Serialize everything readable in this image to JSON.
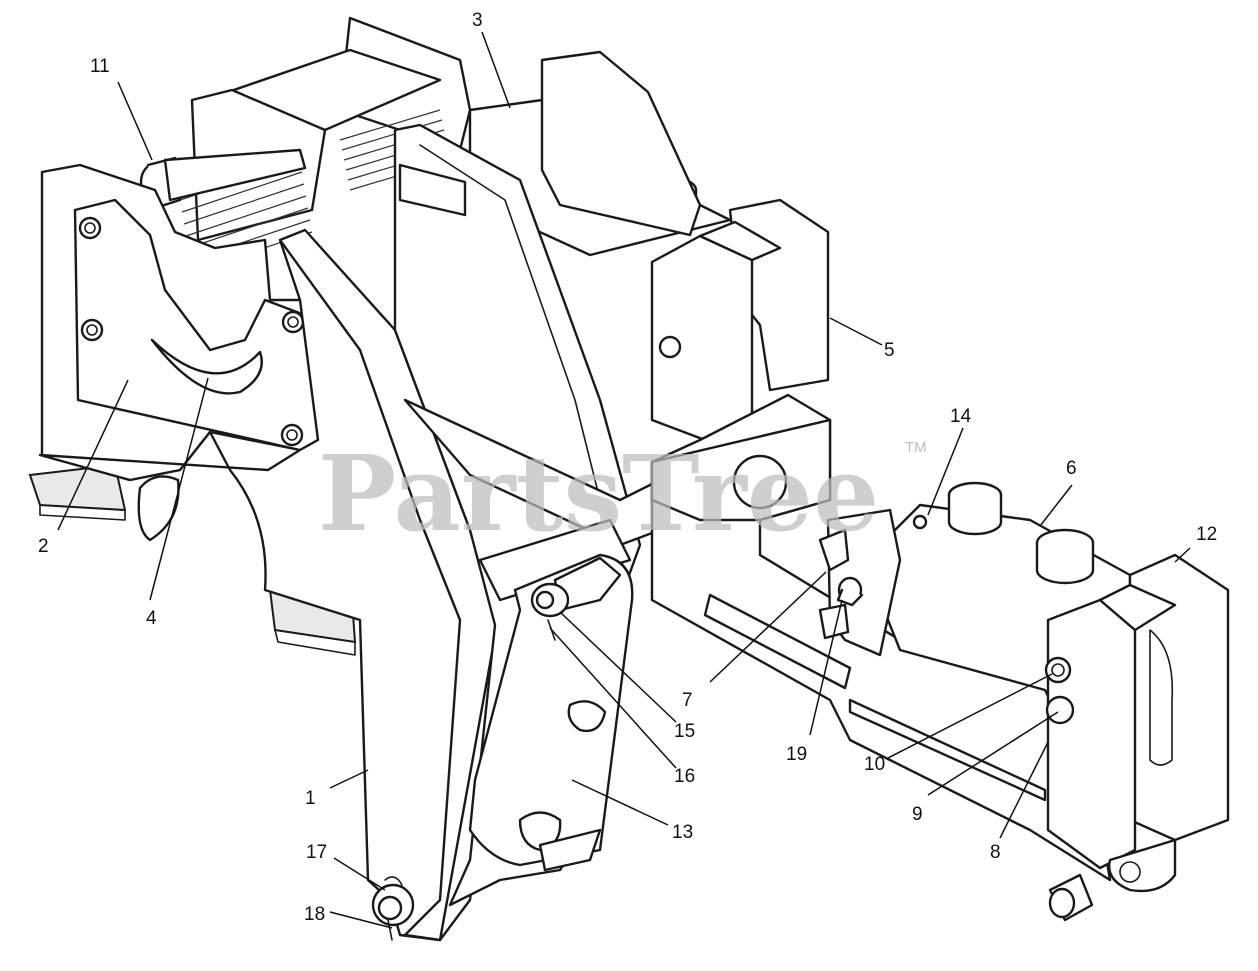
{
  "watermark": {
    "brand": "PartsTree",
    "trademark": "TM"
  },
  "callouts": [
    {
      "id": "c1",
      "label": "1"
    },
    {
      "id": "c2",
      "label": "2"
    },
    {
      "id": "c3",
      "label": "3"
    },
    {
      "id": "c4",
      "label": "4"
    },
    {
      "id": "c5",
      "label": "5"
    },
    {
      "id": "c6",
      "label": "6"
    },
    {
      "id": "c7",
      "label": "7"
    },
    {
      "id": "c8",
      "label": "8"
    },
    {
      "id": "c9",
      "label": "9"
    },
    {
      "id": "c10",
      "label": "10"
    },
    {
      "id": "c11",
      "label": "11"
    },
    {
      "id": "c12",
      "label": "12"
    },
    {
      "id": "c13",
      "label": "13"
    },
    {
      "id": "c14",
      "label": "14"
    },
    {
      "id": "c15",
      "label": "15"
    },
    {
      "id": "c16",
      "label": "16"
    },
    {
      "id": "c17",
      "label": "17"
    },
    {
      "id": "c18",
      "label": "18"
    },
    {
      "id": "c19",
      "label": "19"
    }
  ]
}
